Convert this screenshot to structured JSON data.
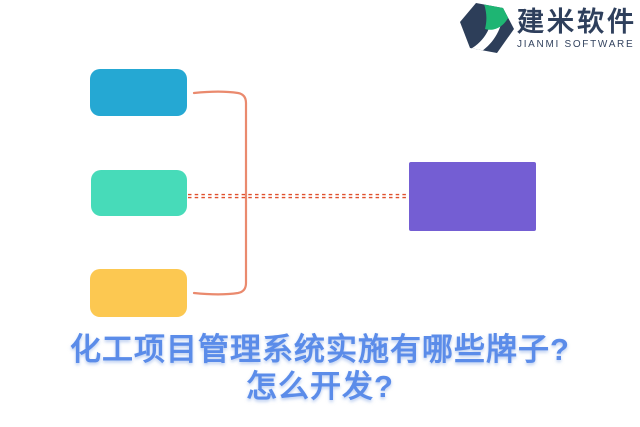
{
  "logo": {
    "name": "建米软件",
    "subtitle": "JIANMI SOFTWARE",
    "mark_navy": "#2d3e59",
    "mark_green": "#1eb573",
    "text_color": "#2e3f5c"
  },
  "title": {
    "line1": "化工项目管理系统实施有哪些牌子?",
    "line2": "怎么开发?",
    "color": "#5b8ce9"
  },
  "diagram": {
    "nodes": [
      {
        "id": "top",
        "color": "#25a8d3"
      },
      {
        "id": "middle",
        "color": "#47dbb9"
      },
      {
        "id": "bottom",
        "color": "#fcc851"
      },
      {
        "id": "result",
        "color": "#745ed3"
      }
    ],
    "bracket_color": "#ea8a6e",
    "dash_color": "#e0512e"
  }
}
